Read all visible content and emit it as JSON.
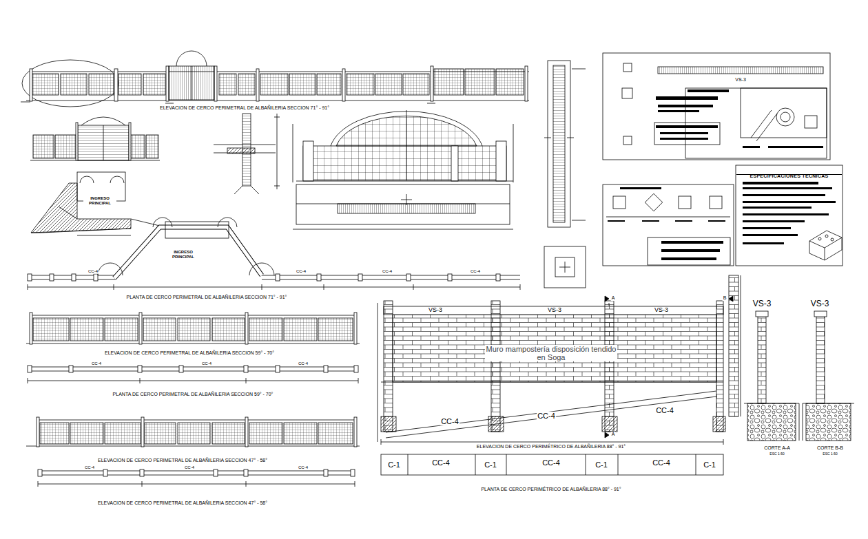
{
  "diagram": {
    "nodes": [
      {
        "text": [
          "ESPECIFICACIONES TECNICAS"
        ]
      }
    ],
    "labels": [
      "ELEVACION DE CERCO PERIMETRAL DE ALBAÑILERIA SECCION 71° - 91°",
      "INGRESO PRINCIPAL",
      "INGRESO PRINCIPAL",
      "PLANTA DE CERCO PERIMETRAL DE ALBAÑILERIA SECCION 71° - 91°",
      "CC-4",
      "CC-4",
      "CC-4",
      "CC-4",
      "ELEVACION DE CERCO PERIMETRAL DE ALBAÑILERIA SECCION 59° - 70°",
      "CC-4",
      "CC-4",
      "CC-4",
      "PLANTA DE CERCO PERIMETRAL DE ALBAÑILERIA SECCION 59° - 70°",
      "ELEVACION DE CERCO PERIMETRAL DE ALBAÑILERIA SECCION 47° - 58°",
      "CC-4",
      "CC-4",
      "CC-4",
      "ELEVACION DE CERCO PERIMETRAL DE ALBAÑILERIA SECCION 47° - 58°",
      "VS-3",
      "VS-3",
      "VS-3",
      "Muro mampostería disposición tendido en Soga",
      "CC-4",
      "CC-4",
      "CC-4",
      "A",
      "B",
      "A",
      "ELEVACION DE CERCO PERIMÉTRICO DE ALBAÑILERIA 88° - 91°",
      "C-1",
      "C-1",
      "C-1",
      "C-1",
      "CC-4",
      "CC-4",
      "CC-4",
      "PLANTA DE CERCO PERIMÉTRICO DE ALBAÑILERIA 88° - 91°",
      "VS-3",
      "VS-3",
      "CORTE A-A",
      "ESC 1:50",
      "CORTE B-B",
      "ESC 1:50",
      "VS-3"
    ]
  }
}
